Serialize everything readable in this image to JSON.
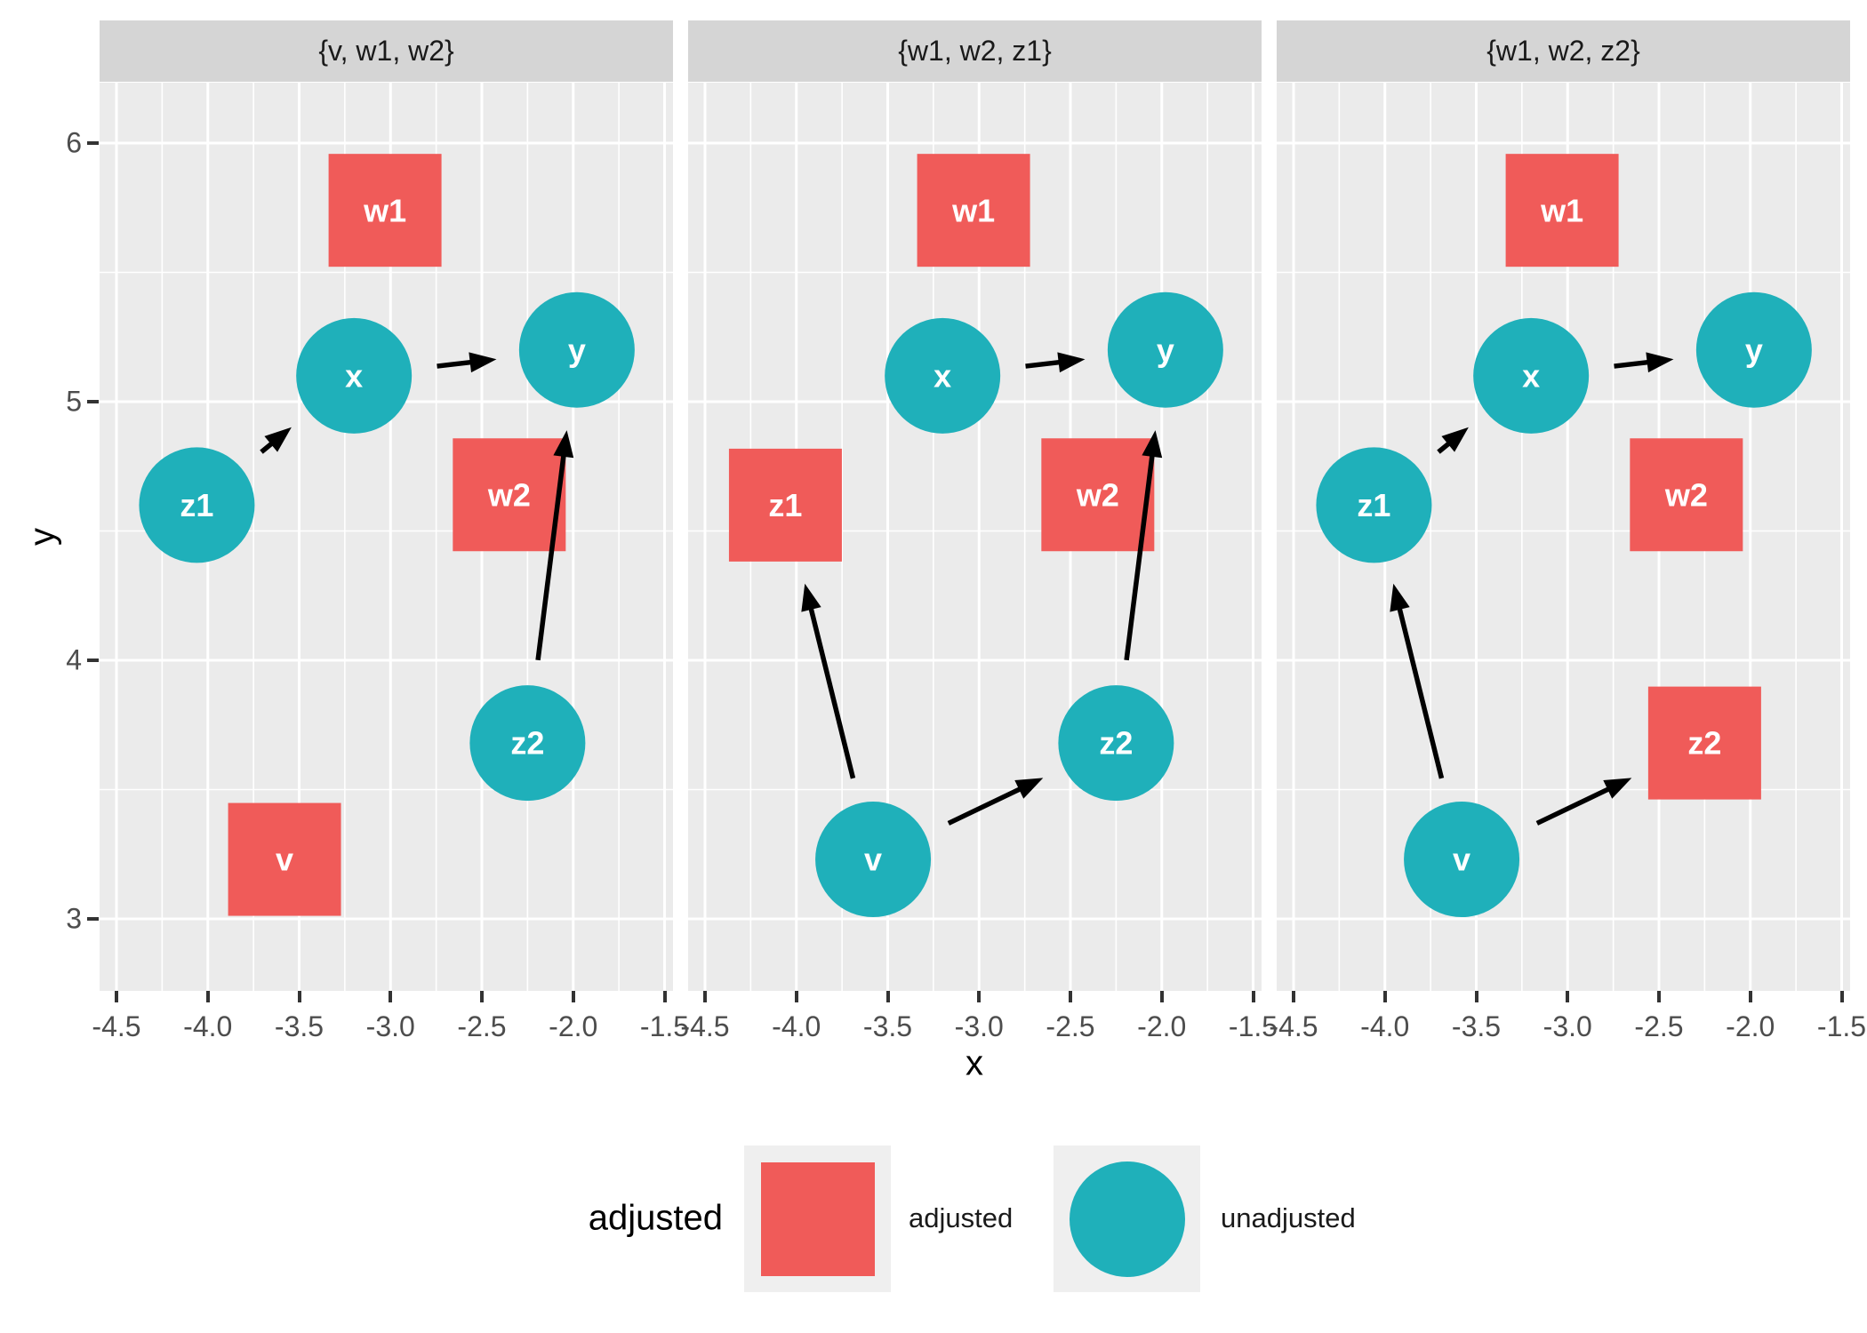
{
  "chart_data": {
    "type": "scatter",
    "subtype": "dag-adjustment-sets-facets",
    "xlabel": "x",
    "ylabel": "y",
    "x_ticks": [
      -4.5,
      -4.0,
      -3.5,
      -3.0,
      -2.5,
      -2.0,
      -1.5
    ],
    "x_tick_labels": [
      "-4.5",
      "-4.0",
      "-3.5",
      "-3.0",
      "-2.5",
      "-2.0",
      "-1.5"
    ],
    "y_ticks": [
      3,
      4,
      5,
      6
    ],
    "y_tick_labels": [
      "3",
      "4",
      "5",
      "6"
    ],
    "x_minor_ticks": [
      -4.25,
      -3.75,
      -3.25,
      -2.75,
      -2.25,
      -1.75
    ],
    "y_minor_ticks": [
      3.5,
      4.5,
      5.5
    ],
    "x_domain": [
      -4.5925,
      -1.4538
    ],
    "y_domain": [
      2.7216,
      6.2337
    ],
    "grid": "on",
    "nodes": [
      {
        "id": "v",
        "label": "v",
        "x": -3.58,
        "y": 3.23
      },
      {
        "id": "w1",
        "label": "w1",
        "x": -3.03,
        "y": 5.74
      },
      {
        "id": "w2",
        "label": "w2",
        "x": -2.35,
        "y": 4.64
      },
      {
        "id": "x",
        "label": "x",
        "x": -3.2,
        "y": 5.1
      },
      {
        "id": "y",
        "label": "y",
        "x": -1.98,
        "y": 5.2
      },
      {
        "id": "z1",
        "label": "z1",
        "x": -4.06,
        "y": 4.6
      },
      {
        "id": "z2",
        "label": "z2",
        "x": -2.25,
        "y": 3.68
      }
    ],
    "facets": [
      {
        "title": "{v, w1, w2}",
        "adjusted_nodes": [
          "v",
          "w1",
          "w2"
        ],
        "edges": [
          [
            "z1",
            "x"
          ],
          [
            "x",
            "y"
          ],
          [
            "z2",
            "y"
          ]
        ]
      },
      {
        "title": "{w1, w2, z1}",
        "adjusted_nodes": [
          "w1",
          "w2",
          "z1"
        ],
        "edges": [
          [
            "v",
            "z1"
          ],
          [
            "v",
            "z2"
          ],
          [
            "x",
            "y"
          ],
          [
            "z2",
            "y"
          ]
        ]
      },
      {
        "title": "{w1, w2, z2}",
        "adjusted_nodes": [
          "w1",
          "w2",
          "z2"
        ],
        "edges": [
          [
            "v",
            "z1"
          ],
          [
            "v",
            "z2"
          ],
          [
            "z1",
            "x"
          ],
          [
            "x",
            "y"
          ]
        ]
      }
    ],
    "legend": {
      "title": "adjusted",
      "position": "bottom",
      "items": [
        {
          "label": "adjusted",
          "shape": "square"
        },
        {
          "label": "unadjusted",
          "shape": "circle"
        }
      ]
    },
    "colors": {
      "adjusted": "#F05B59",
      "unadjusted": "#1FB0BA",
      "edge": "#000000",
      "panel_bg": "#EBEBEB",
      "strip_bg": "#D5D5D5",
      "grid": "#FFFFFF",
      "tick_text": "#4D4D4D",
      "node_text": "#FFFFFF"
    }
  }
}
